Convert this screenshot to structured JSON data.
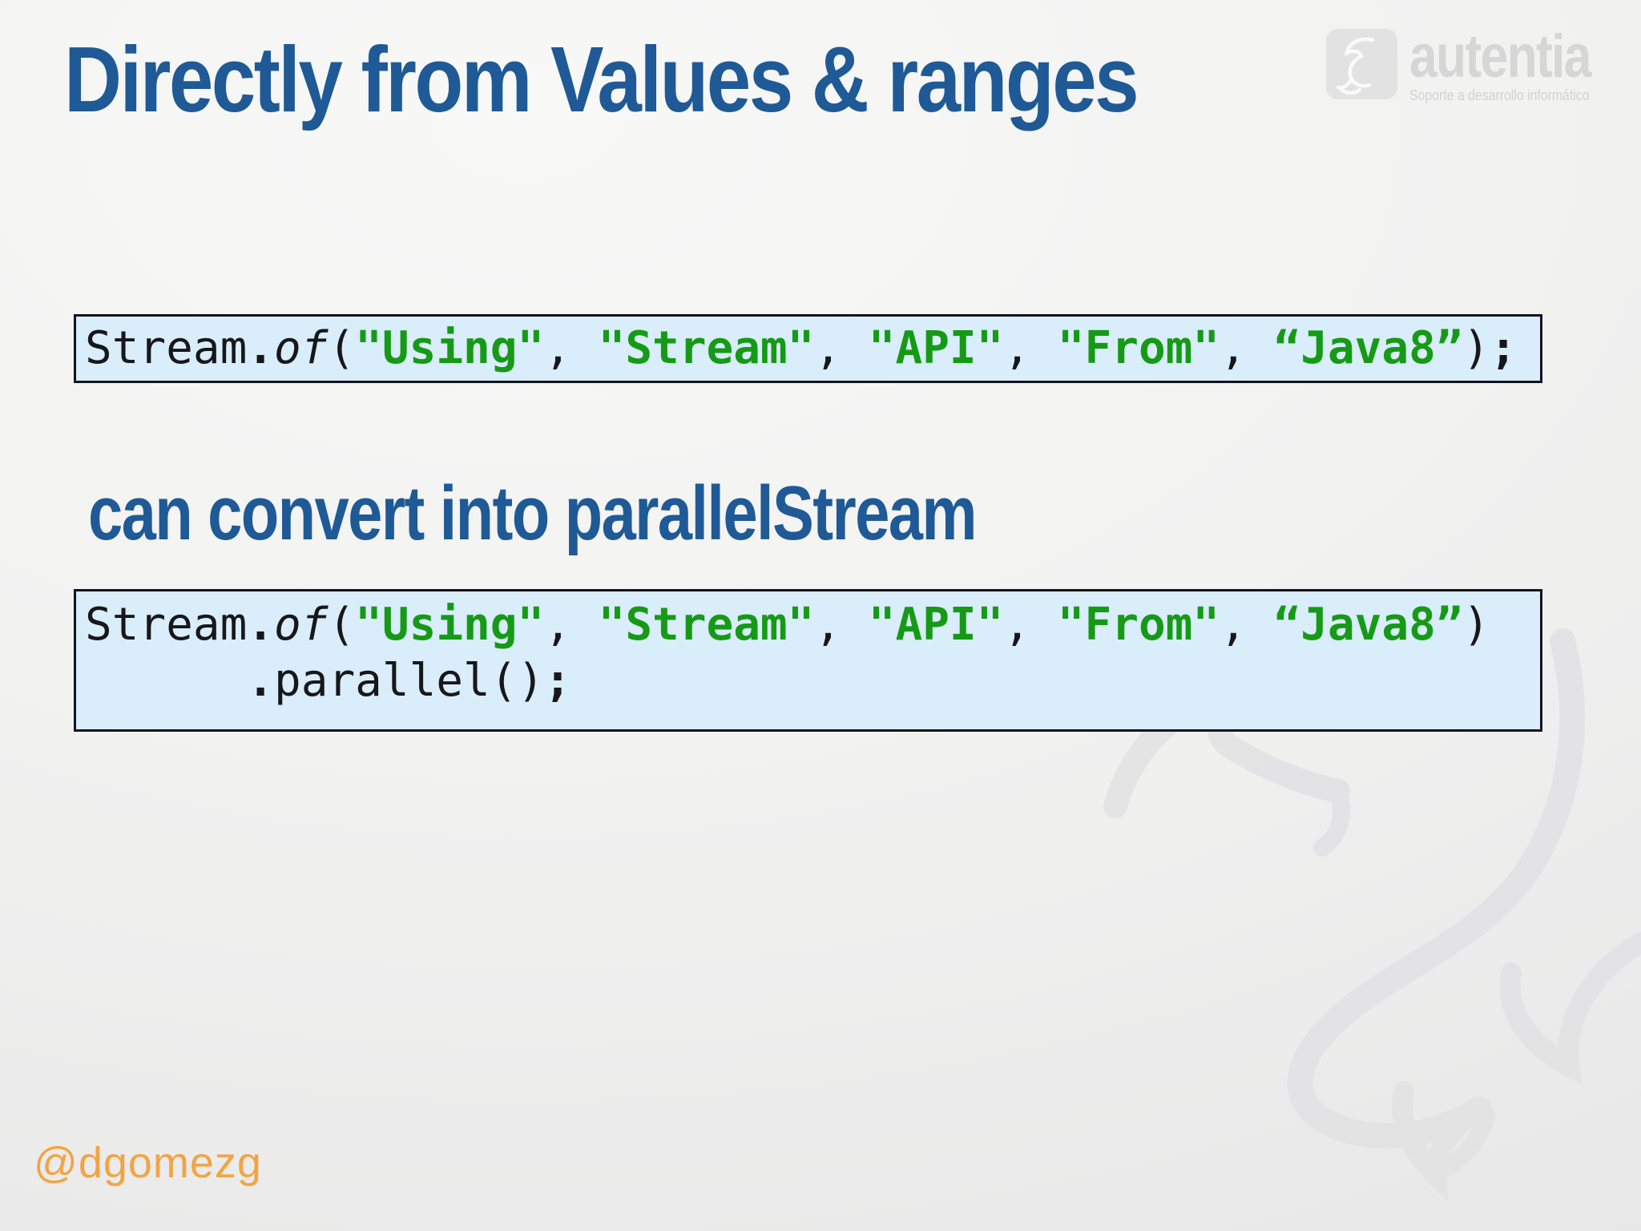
{
  "slide": {
    "title": "Directly from Values & ranges",
    "subtitle": "can convert into parallelStream",
    "handle": "@dgomezg"
  },
  "logo": {
    "name": "autentia",
    "tagline": "Soporte a desarrollo informático",
    "icon": "dolphin-icon"
  },
  "colors": {
    "title_blue": "#1f5a96",
    "code_background": "#d9edfa",
    "code_border": "#10141e",
    "code_text": "#17171a",
    "string_green": "#169a16",
    "handle_orange": "#f2a444",
    "watermark_gray": "#e2e2e4"
  },
  "code_blocks": [
    {
      "name": "stream-of-values",
      "lines": [
        [
          {
            "text": "Stream",
            "style": "plain"
          },
          {
            "text": ".",
            "style": "bold"
          },
          {
            "text": "of",
            "style": "italic"
          },
          {
            "text": "(",
            "style": "plain"
          },
          {
            "text": "\"Using\"",
            "style": "string"
          },
          {
            "text": ", ",
            "style": "plain"
          },
          {
            "text": "\"Stream\"",
            "style": "string"
          },
          {
            "text": ", ",
            "style": "plain"
          },
          {
            "text": "\"API\"",
            "style": "string"
          },
          {
            "text": ", ",
            "style": "plain"
          },
          {
            "text": "\"From\"",
            "style": "string"
          },
          {
            "text": ", ",
            "style": "plain"
          },
          {
            "text": "“Java8”",
            "style": "string"
          },
          {
            "text": ")",
            "style": "plain"
          },
          {
            "text": ";",
            "style": "bold"
          }
        ]
      ]
    },
    {
      "name": "stream-parallel",
      "lines": [
        [
          {
            "text": "Stream",
            "style": "plain"
          },
          {
            "text": ".",
            "style": "bold"
          },
          {
            "text": "of",
            "style": "italic"
          },
          {
            "text": "(",
            "style": "plain"
          },
          {
            "text": "\"Using\"",
            "style": "string"
          },
          {
            "text": ", ",
            "style": "plain"
          },
          {
            "text": "\"Stream\"",
            "style": "string"
          },
          {
            "text": ", ",
            "style": "plain"
          },
          {
            "text": "\"API\"",
            "style": "string"
          },
          {
            "text": ", ",
            "style": "plain"
          },
          {
            "text": "\"From\"",
            "style": "string"
          },
          {
            "text": ", ",
            "style": "plain"
          },
          {
            "text": "“Java8”",
            "style": "string"
          },
          {
            "text": ")",
            "style": "plain"
          }
        ],
        [
          {
            "text": "      ",
            "style": "plain"
          },
          {
            "text": ".",
            "style": "bold"
          },
          {
            "text": "parallel()",
            "style": "plain"
          },
          {
            "text": ";",
            "style": "bold"
          }
        ]
      ]
    }
  ]
}
